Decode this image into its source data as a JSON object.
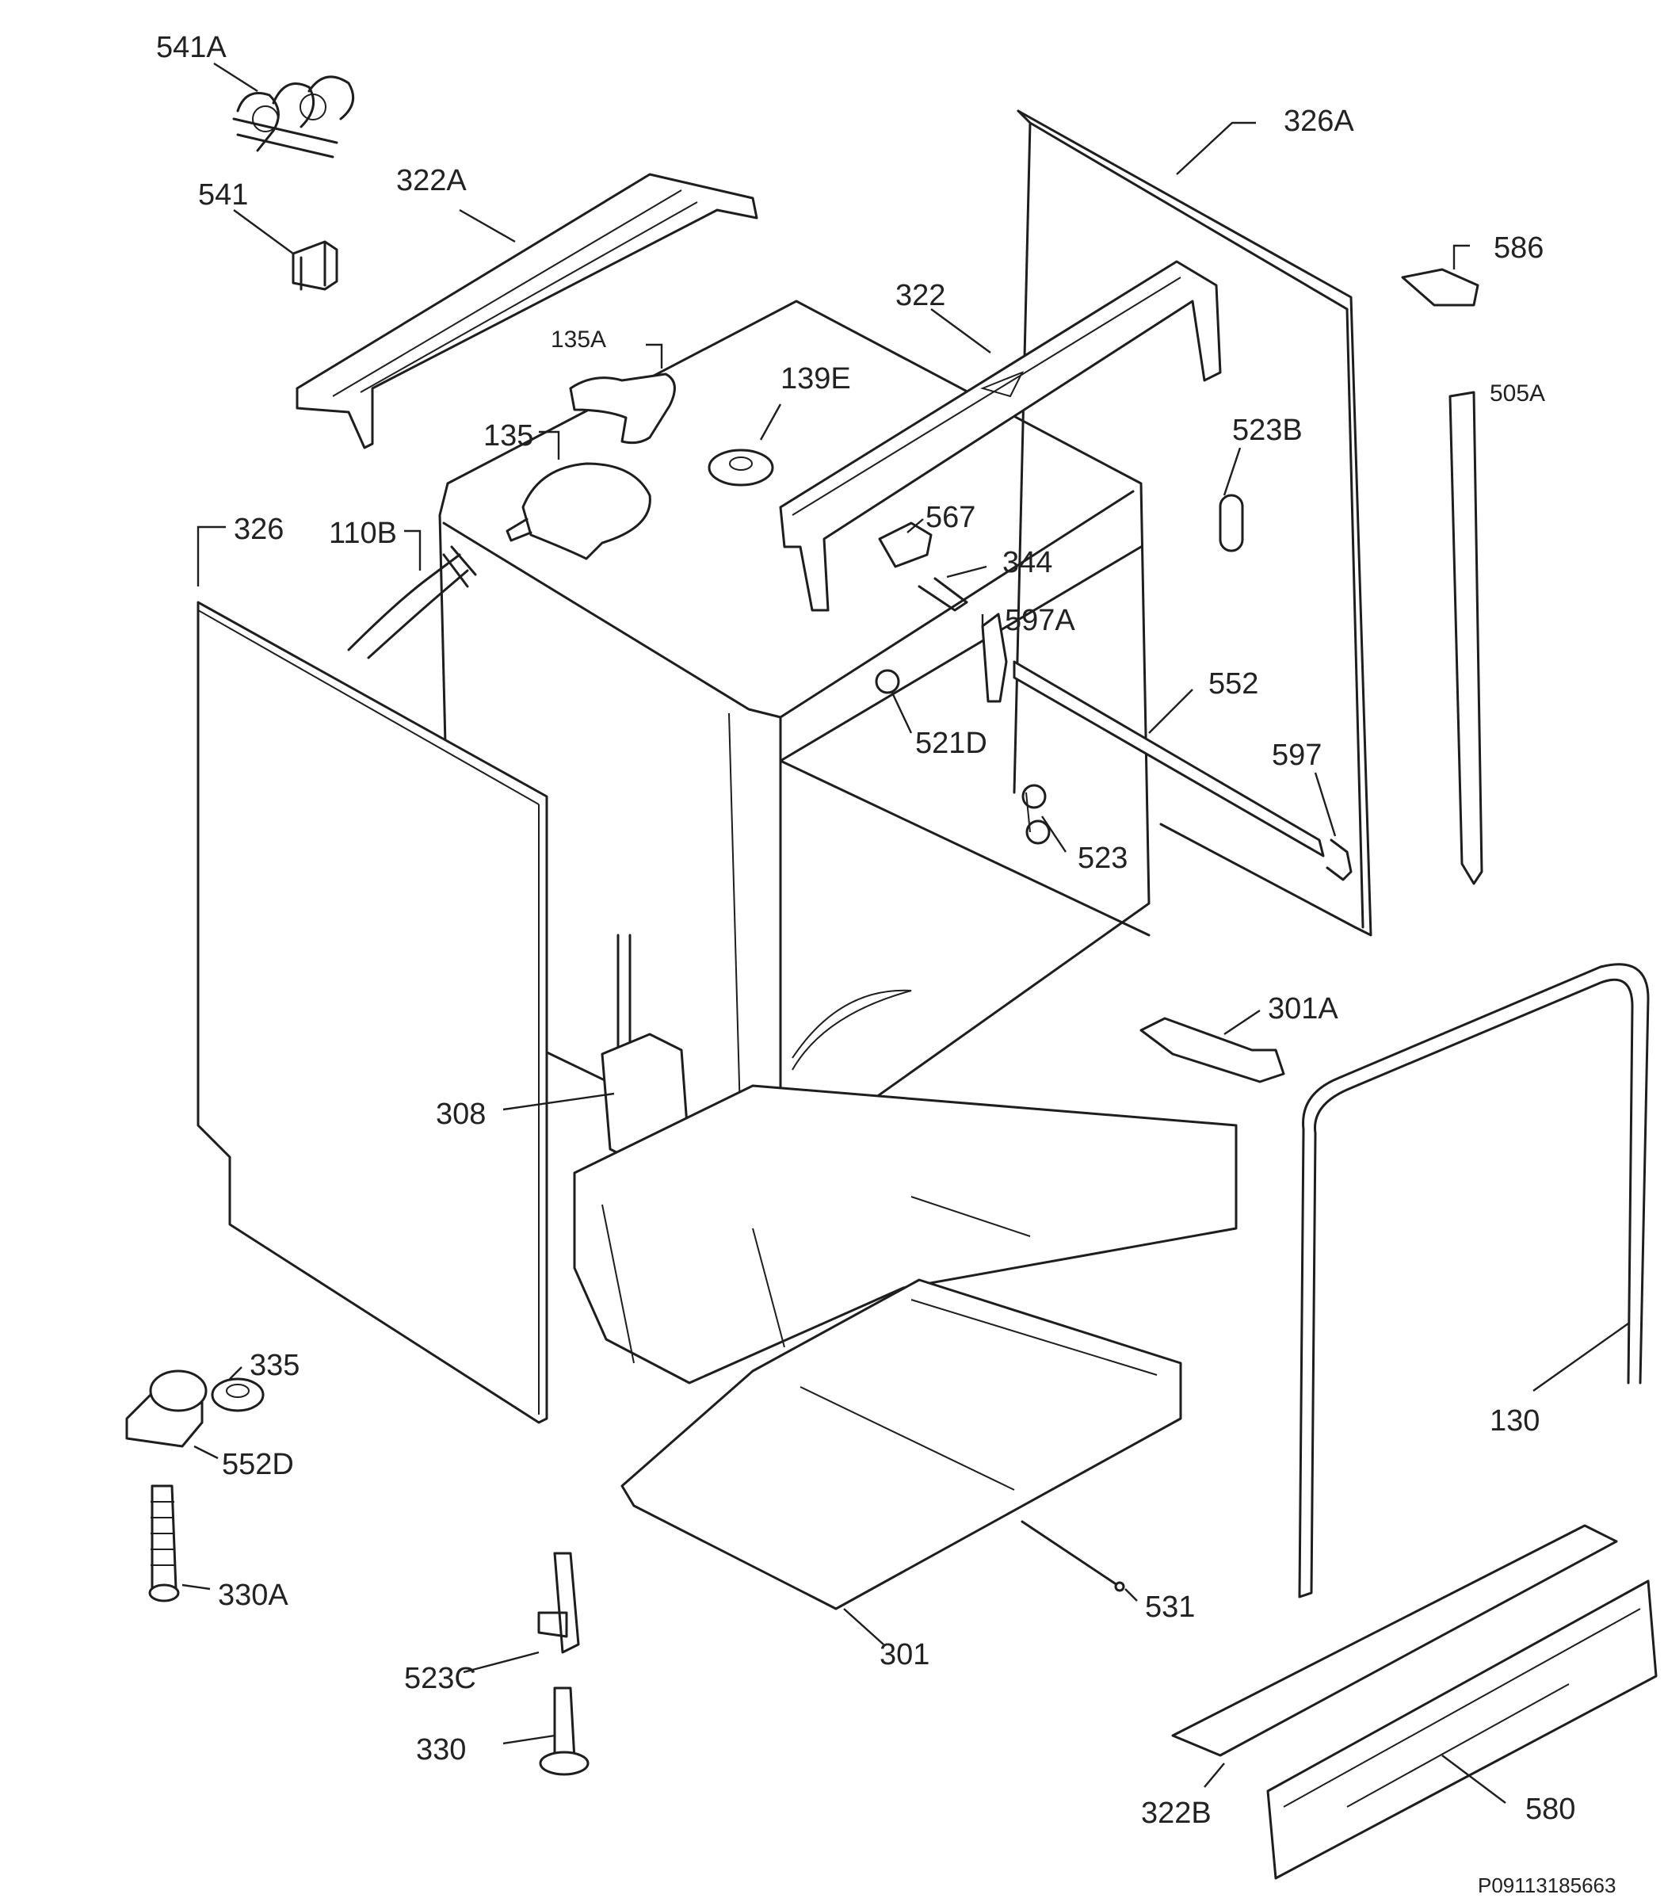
{
  "parts": {
    "p541A": "541A",
    "p541": "541",
    "p322A": "322A",
    "p135A": "135A",
    "p135": "135",
    "p139E": "139E",
    "p322": "322",
    "p326A": "326A",
    "p586": "586",
    "p505A": "505A",
    "p523B": "523B",
    "p567": "567",
    "p344": "344",
    "p597A": "597A",
    "p552": "552",
    "p521D": "521D",
    "p597": "597",
    "p523": "523",
    "p326": "326",
    "p110B": "110B",
    "p301A": "301A",
    "p308": "308",
    "p130": "130",
    "p335": "335",
    "p552D": "552D",
    "p330A": "330A",
    "p531": "531",
    "p301": "301",
    "p523C": "523C",
    "p330": "330",
    "p322B": "322B",
    "p580": "580"
  },
  "document_id": "P09113185663"
}
